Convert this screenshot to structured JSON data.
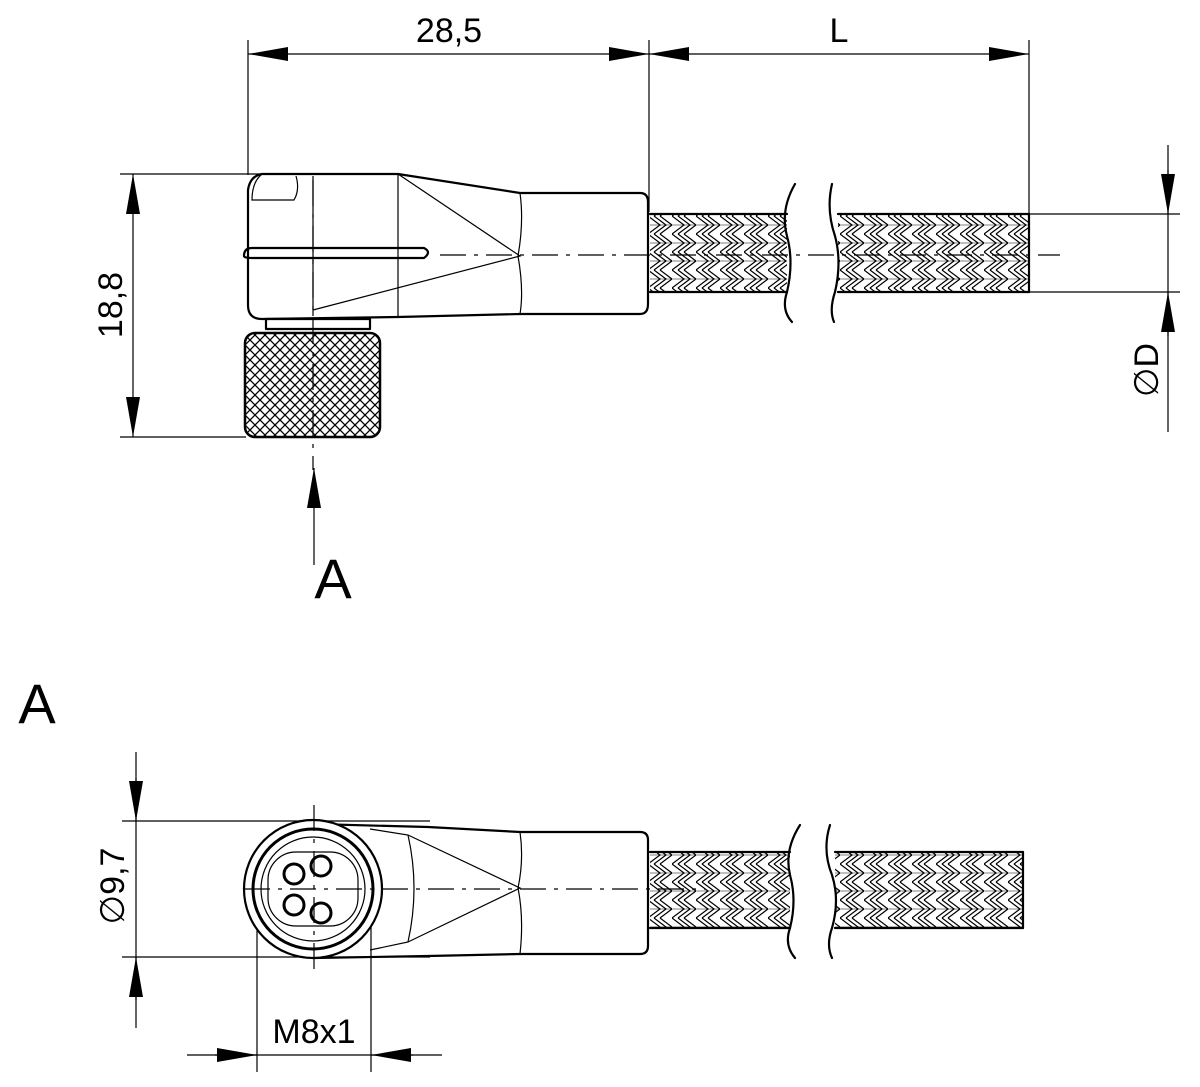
{
  "side_view": {
    "dim_length_connector": "28,5",
    "dim_length_cable": "L",
    "dim_height": "18,8",
    "dim_cable_diameter": "∅D",
    "view_arrow_label": "A"
  },
  "end_view": {
    "view_title": "A",
    "dim_diameter": "∅9,7",
    "dim_thread": "M8x1"
  }
}
